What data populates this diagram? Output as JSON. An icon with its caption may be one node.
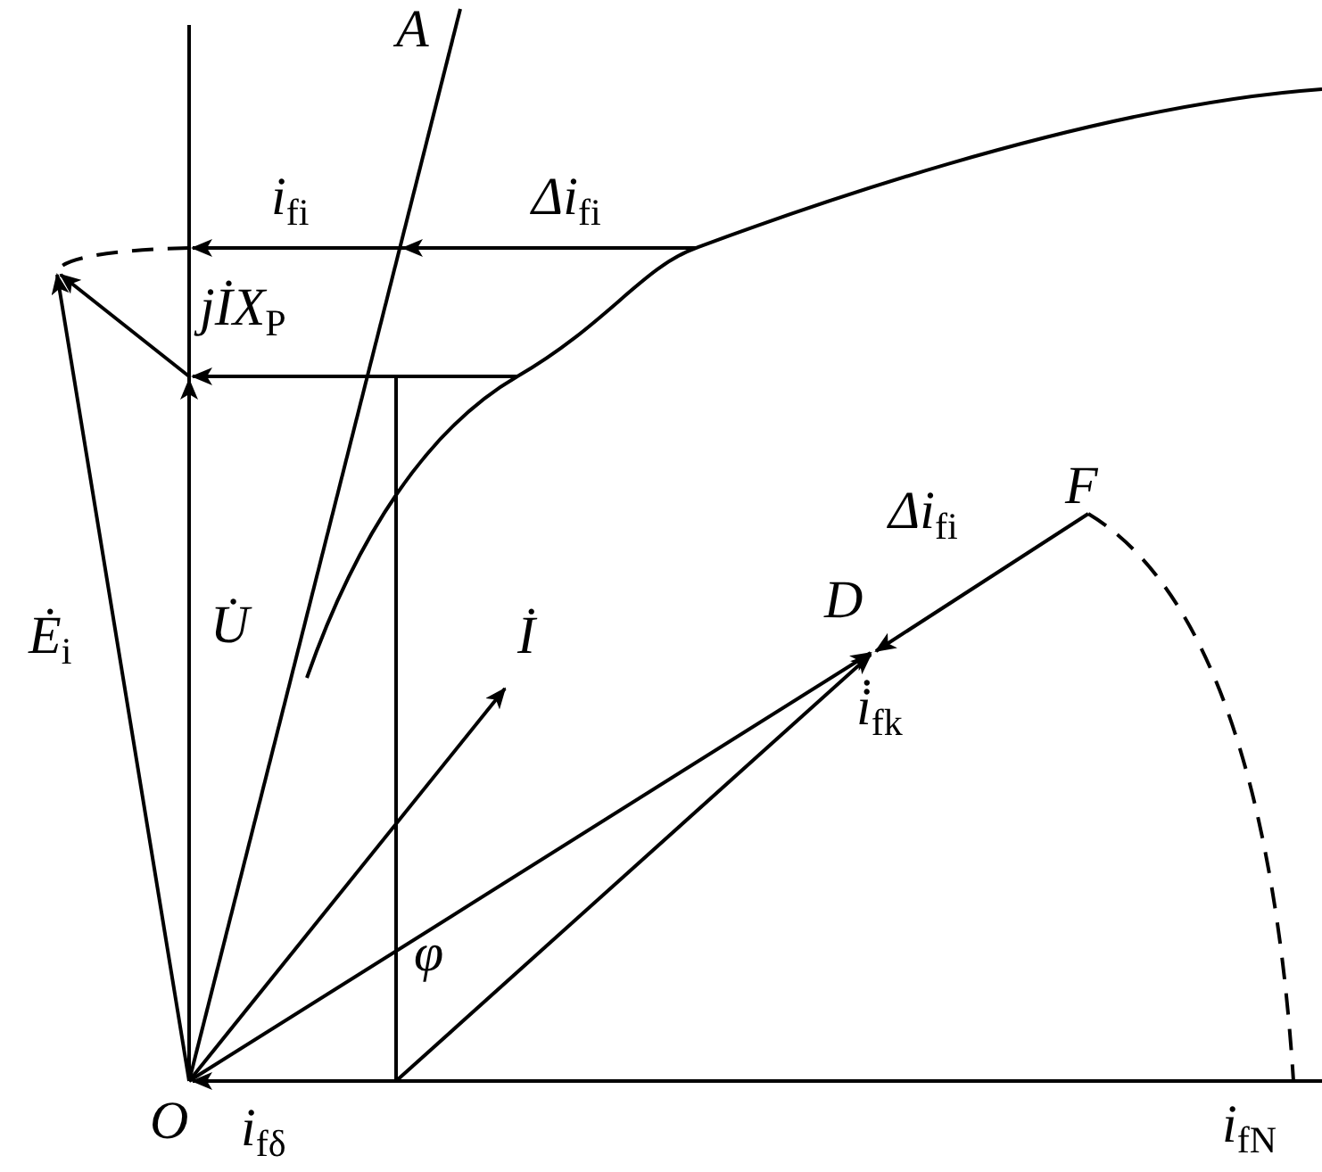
{
  "diagram": {
    "labels": [
      "A",
      "i$_{fi}$",
      "Δi$_{fi}$",
      "jİX$_{P}$",
      "Ė$_{i}$",
      "U̇",
      "İ",
      "D",
      "F",
      "Δi$_{fi}$",
      "i̇$_{fk}$",
      "φ",
      "O",
      "i$_{fδ}$",
      "i$_{fN}$"
    ]
  }
}
